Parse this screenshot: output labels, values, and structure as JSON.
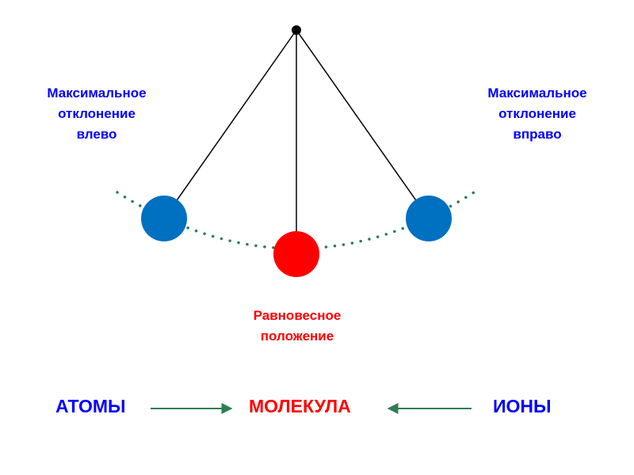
{
  "colors": {
    "blue": "#0070c0",
    "red": "#ff0000",
    "green": "#2e7d55",
    "dark": "#000000",
    "label_blue": "#0000ff"
  },
  "labels": {
    "left": [
      "Максимальное",
      "отклонение",
      "влево"
    ],
    "right": [
      "Максимальное",
      "отклонение",
      "вправо"
    ],
    "equilibrium": [
      "Равновесное",
      "положение"
    ]
  },
  "bottom": {
    "atoms": "АТОМЫ",
    "molecule": "МОЛЕКУЛА",
    "ions": "ИОНЫ"
  }
}
